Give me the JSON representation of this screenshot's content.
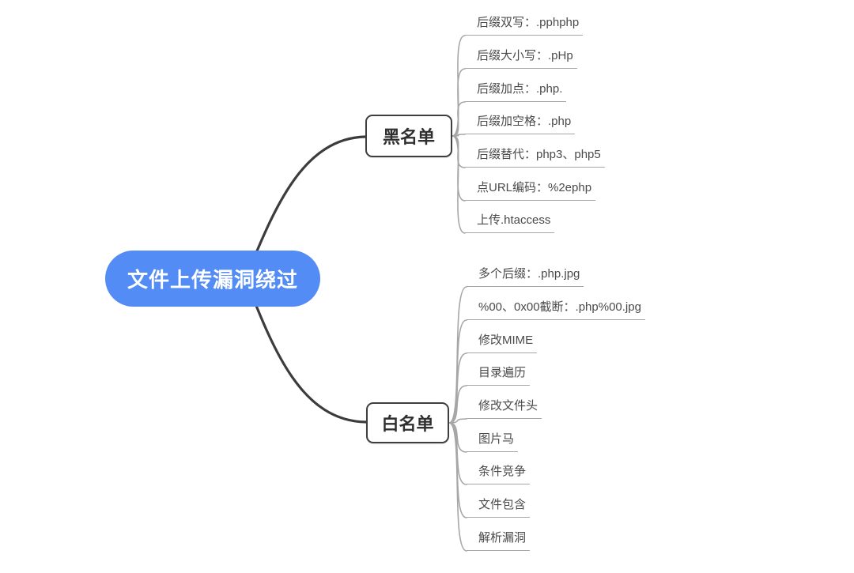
{
  "root": {
    "label": "文件上传漏洞绕过"
  },
  "branches": [
    {
      "label": "黑名单",
      "children": [
        {
          "label": "后缀双写：.pphphp"
        },
        {
          "label": "后缀大小写：.pHp"
        },
        {
          "label": "后缀加点：.php."
        },
        {
          "label": "后缀加空格：.php"
        },
        {
          "label": "后缀替代：php3、php5"
        },
        {
          "label": "点URL编码：%2ephp"
        },
        {
          "label": "上传.htaccess"
        }
      ]
    },
    {
      "label": "白名单",
      "children": [
        {
          "label": "多个后缀：.php.jpg"
        },
        {
          "label": "%00、0x00截断：.php%00.jpg"
        },
        {
          "label": "修改MIME"
        },
        {
          "label": "目录遍历"
        },
        {
          "label": "修改文件头"
        },
        {
          "label": "图片马"
        },
        {
          "label": "条件竞争"
        },
        {
          "label": "文件包含"
        },
        {
          "label": "解析漏洞"
        }
      ]
    }
  ],
  "colors": {
    "root_fill": "#538CF4",
    "root_text": "#FFFFFF",
    "node_border": "#3F3F3F",
    "node_text": "#2F2F2F",
    "trunk_line": "#3C3C3C",
    "child_line": "#A6A6A6",
    "child_text": "#4A4A4A",
    "background": "#FFFFFF"
  }
}
